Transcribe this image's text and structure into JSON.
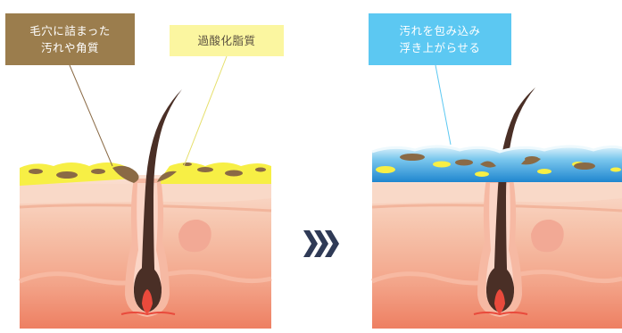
{
  "labels": {
    "clogged_dirt": [
      "毛穴に詰まった",
      "汚れや角質"
    ],
    "excess_sebum": [
      "過酸化脂質"
    ],
    "wrap_and_lift": [
      "汚れを包み込み",
      "浮き上がらせる"
    ]
  },
  "arrow_icon": "triple-chevron-right",
  "colors": {
    "dirt_label_bg": "#9b7d4d",
    "sebum_label_bg": "#fbf6a0",
    "lift_label_bg": "#5cc8f2",
    "sebum_layer": "#f7ef45",
    "dirt_particles": "#8a6a45",
    "foam_layer": "#3aa6e0",
    "skin_top": "#f7cdb8",
    "skin_deep": "#f08a6e",
    "hair": "#4a2f26"
  }
}
